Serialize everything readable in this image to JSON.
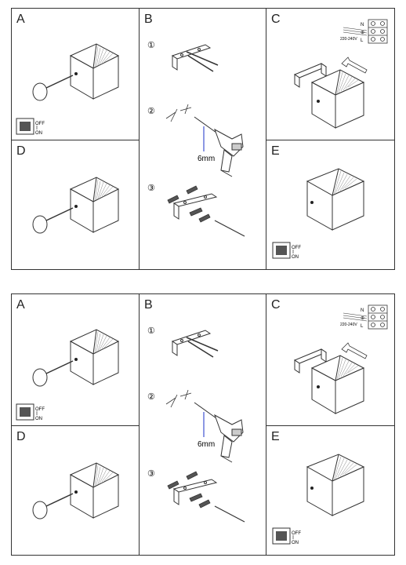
{
  "labels": {
    "a": "A",
    "b": "B",
    "c": "C",
    "d": "D",
    "e": "E"
  },
  "steps": {
    "one": "①",
    "two": "②",
    "three": "③"
  },
  "drill_size": "6mm",
  "switch": {
    "off": "OFF",
    "on": "ON"
  },
  "terminal": {
    "n": "N",
    "earth": "⊕",
    "l": "L",
    "voltage": "220-240V"
  }
}
